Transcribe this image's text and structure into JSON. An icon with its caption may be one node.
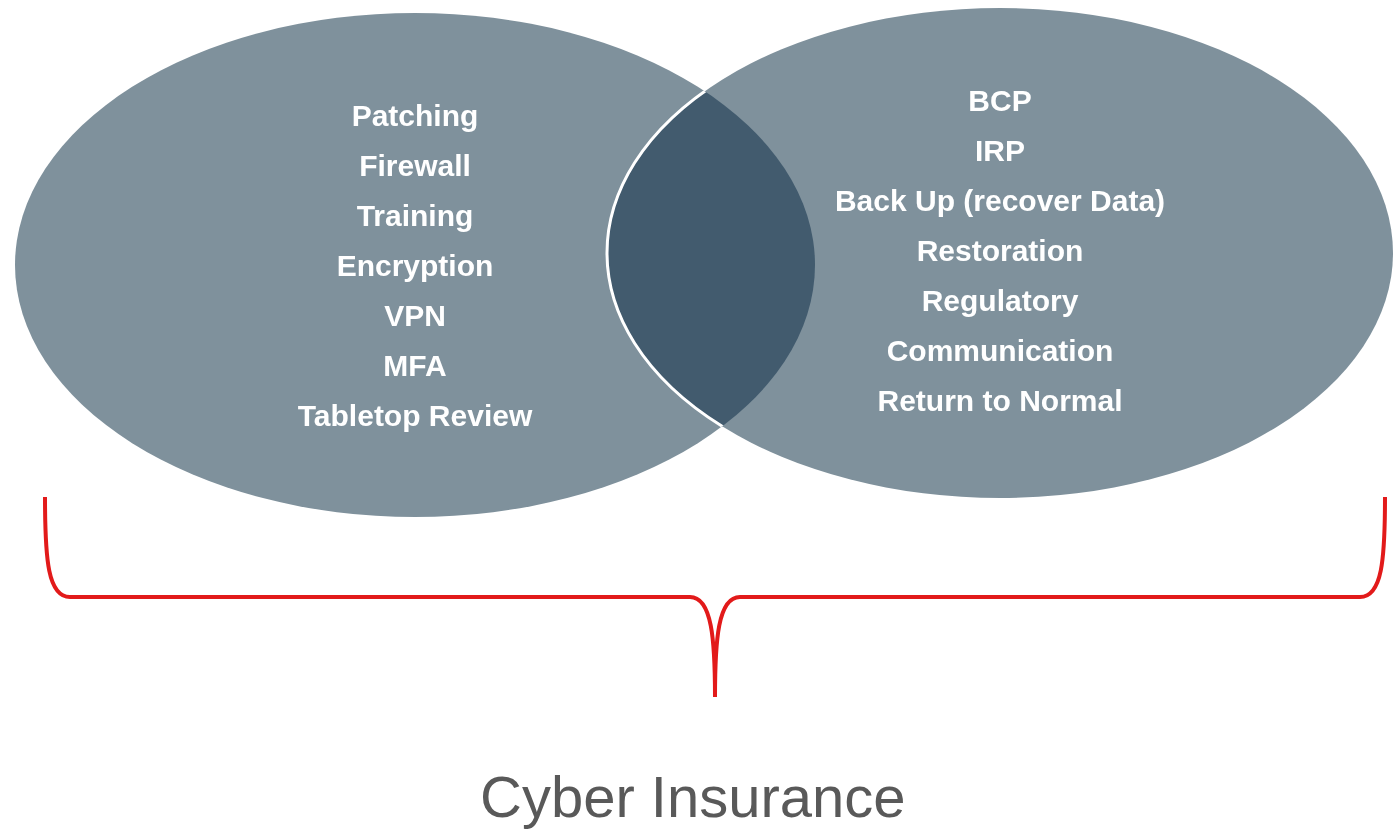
{
  "diagram": {
    "nodes": [
      {
        "text": [
          "Patching",
          "Firewall",
          "Training",
          "Encryption",
          "VPN",
          "MFA",
          "Tabletop Review"
        ]
      },
      {
        "text": [
          "BCP",
          "IRP",
          "Back Up (recover Data)",
          "Restoration",
          "Regulatory",
          "Communication",
          "Return to Normal"
        ]
      }
    ],
    "labels": [
      "Cyber Insurance"
    ]
  }
}
